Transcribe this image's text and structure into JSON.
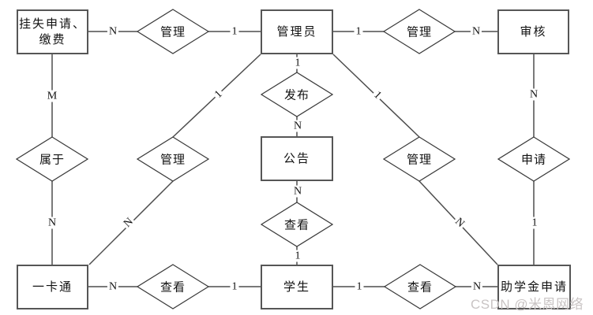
{
  "diagram": {
    "type": "er-diagram",
    "entities": [
      {
        "id": "loss-report-payment",
        "lines": [
          "挂失申请、",
          "缴费"
        ]
      },
      {
        "id": "admin",
        "lines": [
          "管理员"
        ]
      },
      {
        "id": "review",
        "lines": [
          "审核"
        ]
      },
      {
        "id": "notice",
        "lines": [
          "公告"
        ]
      },
      {
        "id": "campus-card",
        "lines": [
          "一卡通"
        ]
      },
      {
        "id": "student",
        "lines": [
          "学生"
        ]
      },
      {
        "id": "grant-application",
        "lines": [
          "助学金申请"
        ]
      }
    ],
    "relationships": [
      {
        "id": "manage-top-left",
        "label": "管理"
      },
      {
        "id": "manage-top-right",
        "label": "管理"
      },
      {
        "id": "publish",
        "label": "发布"
      },
      {
        "id": "belong-to",
        "label": "属于"
      },
      {
        "id": "manage-mid-left",
        "label": "管理"
      },
      {
        "id": "manage-mid-right",
        "label": "管理"
      },
      {
        "id": "apply",
        "label": "申请"
      },
      {
        "id": "view-notice",
        "label": "查看"
      },
      {
        "id": "view-card",
        "label": "查看"
      },
      {
        "id": "view-grant",
        "label": "查看"
      }
    ],
    "cardinalities": [
      {
        "text": "N"
      },
      {
        "text": "1"
      },
      {
        "text": "1"
      },
      {
        "text": "N"
      },
      {
        "text": "M"
      },
      {
        "text": "1"
      },
      {
        "text": "N"
      },
      {
        "text": "N"
      },
      {
        "text": "1"
      },
      {
        "text": "N"
      },
      {
        "text": "1"
      },
      {
        "text": "N"
      },
      {
        "text": "N"
      },
      {
        "text": "1"
      },
      {
        "text": "1"
      },
      {
        "text": "N"
      },
      {
        "text": "1"
      },
      {
        "text": "N"
      },
      {
        "text": "1"
      },
      {
        "text": "N"
      }
    ],
    "watermark": {
      "text": "CSDN @米恩网络"
    },
    "colors": {
      "background": "#ffffff",
      "entity_border": "#565656",
      "connector_line": "#4d4d4d",
      "diamond_border": "#3a3a3a",
      "text": "#111111",
      "watermark": "#c9c4c4"
    }
  }
}
